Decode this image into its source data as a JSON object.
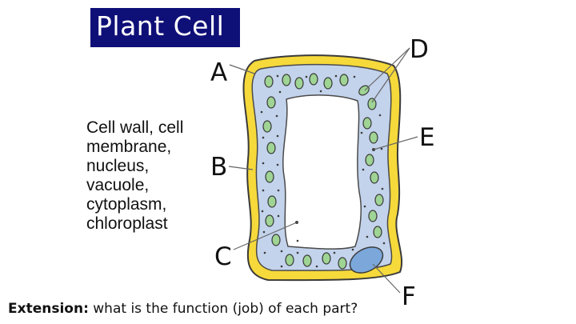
{
  "title": "Plant Cell",
  "parts_list": [
    "Cell wall, cell",
    "membrane,",
    "nucleus,",
    "vacuole,",
    "cytoplasm,",
    "chloroplast"
  ],
  "labels": {
    "a": "A",
    "b": "B",
    "c": "C",
    "d": "D",
    "e": "E",
    "f": "F"
  },
  "footer": {
    "bold": "Extension:",
    "text": " what is the function (job) of each part?"
  },
  "colors": {
    "title_bg": "#0f0f78",
    "cell_wall": "#f6d93a",
    "cytoplasm": "#c3d3ec",
    "vacuole": "#ffffff",
    "chloroplast": "#9fd494",
    "nucleus": "#7ba7da"
  }
}
